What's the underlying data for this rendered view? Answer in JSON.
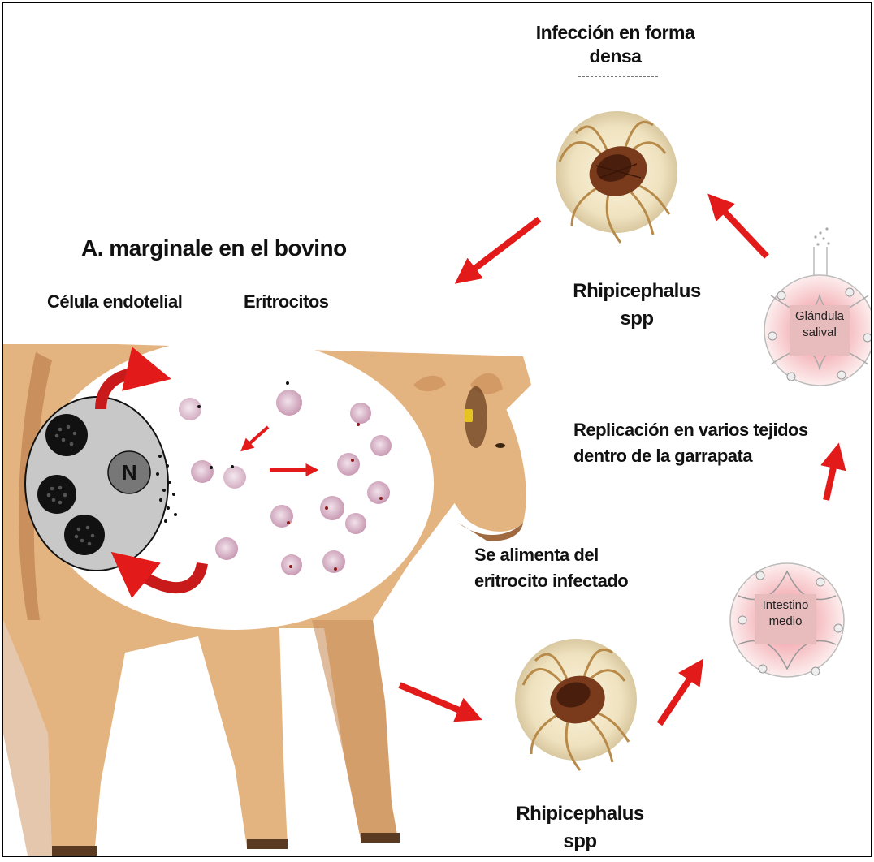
{
  "colors": {
    "arrow": "#e21a1a",
    "cow_fur": "#e4b480",
    "cell_gray": "#c8c8c8",
    "erythrocyte": "#d8b4c8",
    "tick_bg": "#f1e6c9",
    "tick_body": "#7a3a1c",
    "organ_pink": "#f4b7bc"
  },
  "labels": {
    "top_tick_title": "Infección en forma densa",
    "top_tick_species": "Rhipicephalus spp",
    "bottom_tick_species": "Rhipicephalus spp",
    "bovine_title": "A. marginale en el bovino",
    "endothelial_cell": "Célula endotelial",
    "erythrocytes": "Eritrocitos",
    "nucleus": "N",
    "salivary_gland": "Glándula salival",
    "midgut": "Intestino medio",
    "replication": "Replicación en varios tejidos dentro de la garrapata",
    "feeding": "Se alimenta del eritrocito infectado"
  },
  "icons": [
    "tick-icon",
    "cow-icon",
    "endothelial-cell-icon",
    "erythrocyte-icon",
    "salivary-gland-icon",
    "midgut-icon",
    "arrow-icon"
  ]
}
